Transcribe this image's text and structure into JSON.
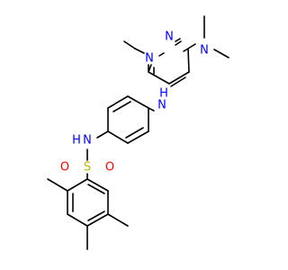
{
  "structure": {
    "atoms": [
      {
        "id": "N_pyr_top",
        "symbol": "N"
      },
      {
        "id": "N_pyr_left",
        "symbol": "N"
      },
      {
        "id": "N_dimethylamino",
        "symbol": "N"
      },
      {
        "id": "N_amine",
        "symbol": "N",
        "h_label": "H"
      },
      {
        "id": "N_sulfonamide",
        "symbol": "N",
        "h_label": "H"
      },
      {
        "id": "S",
        "symbol": "S"
      },
      {
        "id": "O_left",
        "symbol": "O"
      },
      {
        "id": "O_right",
        "symbol": "O"
      }
    ],
    "colors": {
      "nitrogen": "#0000ff",
      "oxygen": "#ff0000",
      "sulfur": "#b8b800",
      "bond": "#000000"
    }
  }
}
